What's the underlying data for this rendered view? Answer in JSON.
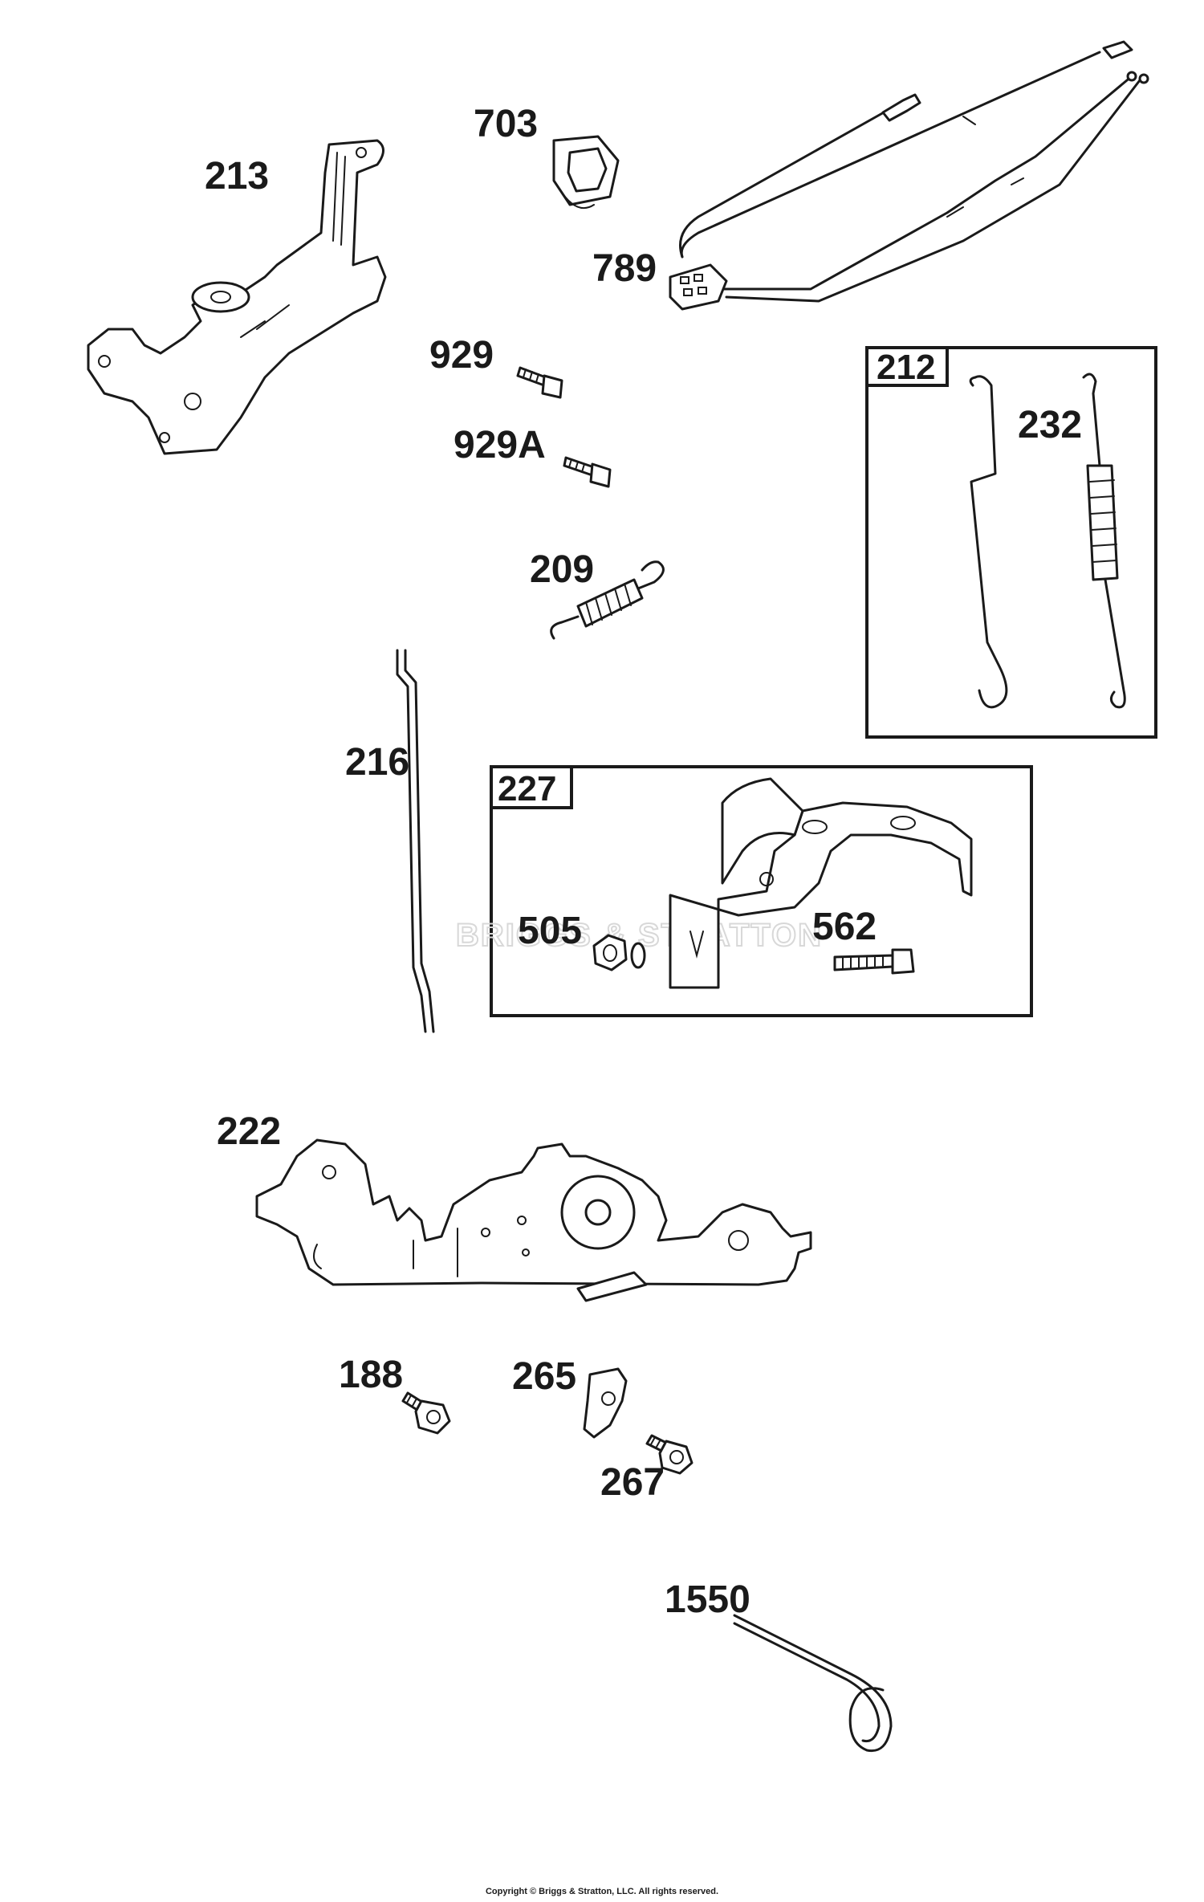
{
  "watermark": "BRIGGS & STRATTON",
  "copyright": "Copyright © Briggs & Stratton, LLC. All rights reserved.",
  "part_labels": {
    "p213": "213",
    "p703": "703",
    "p789": "789",
    "p929": "929",
    "p929a": "929A",
    "p209": "209",
    "p216": "216",
    "p222": "222",
    "p188": "188",
    "p265": "265",
    "p267": "267",
    "p1550": "1550"
  },
  "kit_212": {
    "title": "212",
    "items": {
      "p232": "232"
    }
  },
  "kit_227": {
    "title": "227",
    "items": {
      "p505": "505",
      "p562": "562"
    }
  }
}
